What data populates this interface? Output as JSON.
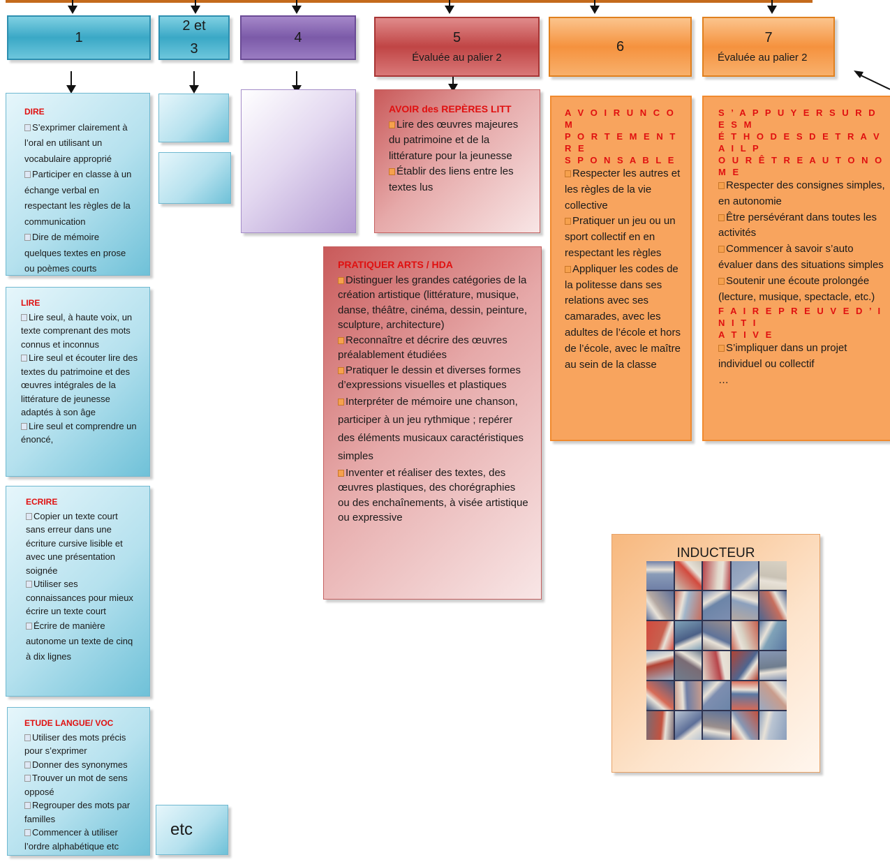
{
  "headers": [
    {
      "num": "1",
      "sub": ""
    },
    {
      "num": "2 et",
      "num2": "3",
      "sub": ""
    },
    {
      "num": "4",
      "sub": ""
    },
    {
      "num": "5",
      "sub": "Évaluée au palier 2"
    },
    {
      "num": "6",
      "sub": ""
    },
    {
      "num": "7",
      "sub": "Évaluée au palier 2"
    }
  ],
  "dire": {
    "title": "DIRE",
    "items": [
      "S’exprimer clairement à l’oral en utilisant un vocabulaire approprié",
      "Participer en classe à un échange verbal en respectant les règles de la communication",
      "Dire de mémoire quelques textes en prose ou poèmes courts"
    ]
  },
  "lire": {
    "title": "LIRE",
    "items": [
      "Lire seul, à haute voix, un texte comprenant des mots connus et inconnus",
      "Lire seul et écouter lire des textes du patrimoine et des œuvres intégrales de la littérature de jeunesse adaptés à son âge",
      "Lire seul et comprendre un énoncé,"
    ]
  },
  "ecrire": {
    "title": "ECRIRE",
    "items": [
      "Copier un texte court sans erreur dans une écriture cursive lisible et avec une présentation soignée",
      "Utiliser ses connaissances pour mieux écrire un texte court",
      "Écrire de manière autonome un texte de cinq à dix lignes"
    ]
  },
  "etude": {
    "title": "ETUDE LANGUE/ VOC",
    "items": [
      "Utiliser des mots précis pour s’exprimer",
      "Donner des synonymes",
      "Trouver un mot de sens opposé",
      "Regrouper des mots par familles",
      "Commencer à utiliser l’ordre alphabétique etc"
    ]
  },
  "etc_label": "etc",
  "reperes": {
    "title": "AVOIR des REPÈRES LITT",
    "items": [
      "Lire des œuvres majeures du patrimoine et de la littérature pour la jeunesse",
      "Établir des liens entre les textes lus"
    ]
  },
  "arts": {
    "title": "PRATIQUER ARTS / HDA",
    "items": [
      "Distinguer les grandes catégories de la création artistique (littérature, musique, danse, théâtre, cinéma, dessin, peinture, sculpture, architecture)",
      "Reconnaître et décrire des œuvres préalablement étudiées",
      "Pratiquer le dessin et diverses formes d’expressions visuelles et plastiques",
      "Interpréter de mémoire une chanson, participer à un jeu rythmique ; repérer des éléments musicaux caractéristiques simples",
      "Inventer et réaliser des textes, des œuvres plastiques, des chorégraphies ou des enchaînements, à visée artistique ou expressive"
    ]
  },
  "comportement": {
    "title_lines": [
      "A V O I R U N C O M",
      "P O R T E M E N T R E",
      "S P O N S A B L E"
    ],
    "items": [
      "Respecter les autres et les règles de la vie collective",
      "Pratiquer un jeu ou un sport collectif en en respectant les règles",
      "Appliquer les codes de la politesse dans ses relations avec ses camarades, avec les adultes de l’école et hors de l’école, avec le maître au sein de la classe"
    ]
  },
  "autonomie": {
    "title_lines": [
      "S ’ A P P U Y E R S U R D E S M",
      "É T H O D E S D E T R A V A I L P",
      "O U R Ê T R E A U T O N O M E"
    ],
    "items": [
      "Respecter des consignes simples, en autonomie",
      "Être persévérant dans toutes les activités",
      "Commencer à savoir s’auto évaluer dans des situations simples",
      "Soutenir une écoute prolongée (lecture, musique, spectacle, etc.)"
    ],
    "title2_lines": [
      "F A I R E P R E U V E D ’ I N I T I",
      "A T I V E"
    ],
    "items2": [
      "S’impliquer dans un projet individuel ou collectif"
    ],
    "ellipsis": "…"
  },
  "inducteur": {
    "title": "INDUCTEUR",
    "colors": [
      "#6f7fa6",
      "#c9c2b5",
      "#b7454a",
      "#8a9cb8",
      "#d9d2c4",
      "#5d6f98",
      "#c76e5d",
      "#7d8eb0",
      "#b5a9a2",
      "#4e6590",
      "#d24a3e",
      "#7fa2b8",
      "#9b8f8d",
      "#c8604e",
      "#5b78a2",
      "#a1b5c9",
      "#6f7d8e",
      "#e2d9cc",
      "#b24334",
      "#8797b4",
      "#4a5f86",
      "#c99c8c",
      "#6c85a8",
      "#d76a56",
      "#9aa9c2",
      "#7a6b74",
      "#b9c4d2",
      "#5f7399",
      "#c3523f",
      "#8b9fbc"
    ]
  }
}
